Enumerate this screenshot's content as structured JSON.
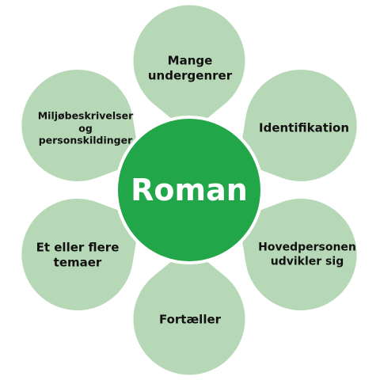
{
  "diagram": {
    "center": {
      "label": "Roman",
      "color": "#22a64a"
    },
    "petal_color": "#b7d8b7",
    "petal_outline": "#ffffff",
    "petals": [
      {
        "id": "top",
        "lines": [
          "Mange",
          "undergenrer"
        ]
      },
      {
        "id": "top-right",
        "lines": [
          "Identifikation"
        ]
      },
      {
        "id": "bottom-right",
        "lines": [
          "Hovedpersonen",
          "udvikler sig"
        ]
      },
      {
        "id": "bottom",
        "lines": [
          "Fortæller"
        ]
      },
      {
        "id": "bottom-left",
        "lines": [
          "Et eller flere",
          "temaer"
        ]
      },
      {
        "id": "top-left",
        "lines": [
          "Miljøbeskrivelser",
          "og",
          "personskildinger"
        ]
      }
    ]
  }
}
